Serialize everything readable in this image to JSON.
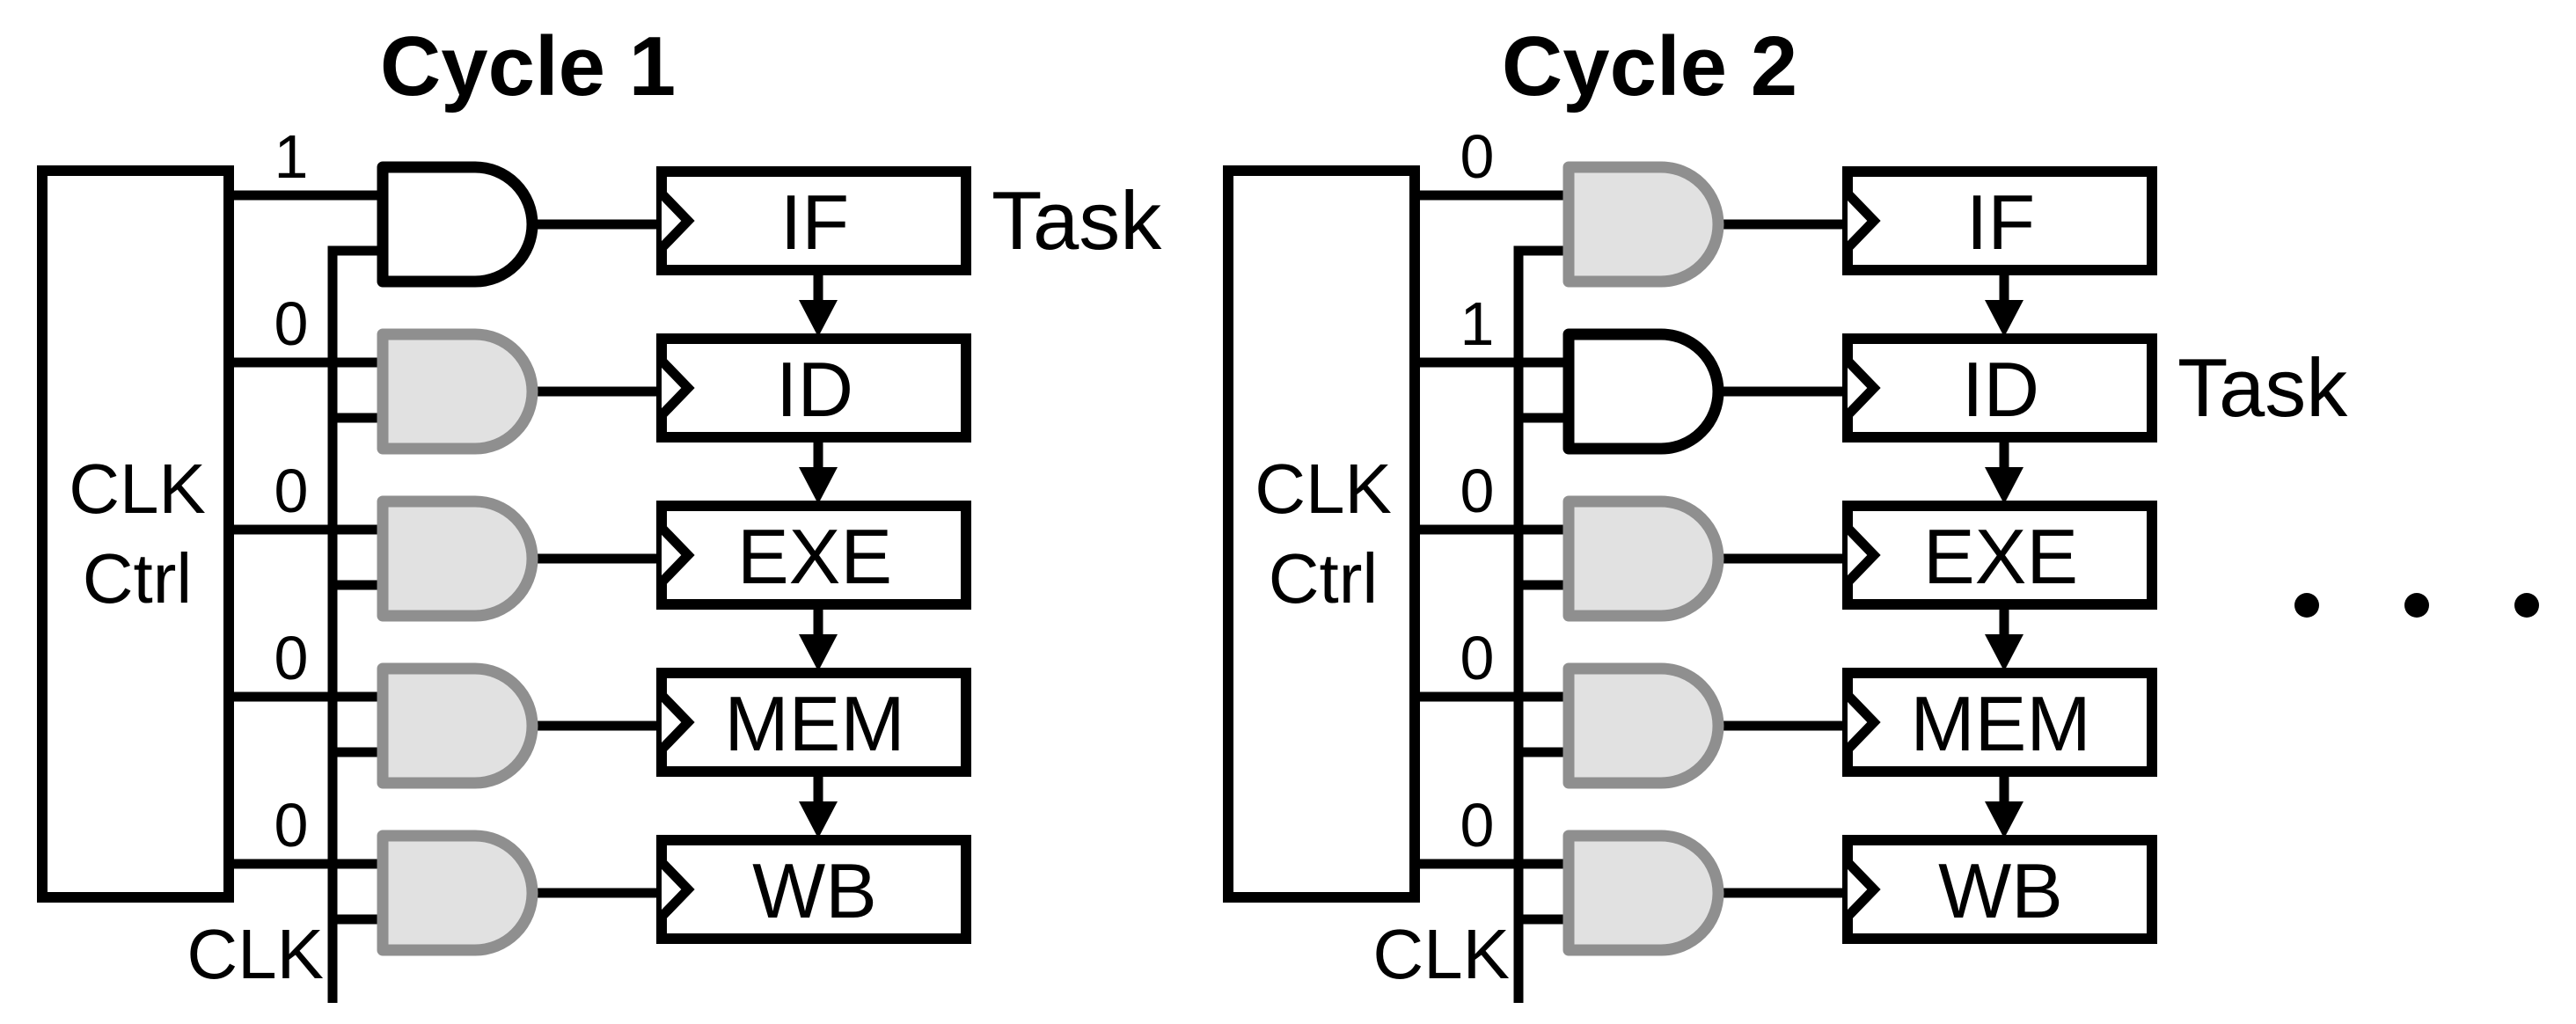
{
  "figure": {
    "description": "Per-stage pipeline clock gating over successive cycles",
    "continuation": {
      "dot_count": 3
    }
  },
  "cycles": [
    {
      "title": "Cycle 1",
      "controller_label": {
        "line1": "CLK",
        "line2": "Ctrl"
      },
      "clock_signal_label": "CLK",
      "task_label": "Task",
      "task_stage": "IF",
      "stages": [
        {
          "name": "IF",
          "enable": "1",
          "clock_active": true
        },
        {
          "name": "ID",
          "enable": "0",
          "clock_active": false
        },
        {
          "name": "EXE",
          "enable": "0",
          "clock_active": false
        },
        {
          "name": "MEM",
          "enable": "0",
          "clock_active": false
        },
        {
          "name": "WB",
          "enable": "0",
          "clock_active": false
        }
      ]
    },
    {
      "title": "Cycle 2",
      "controller_label": {
        "line1": "CLK",
        "line2": "Ctrl"
      },
      "clock_signal_label": "CLK",
      "task_label": "Task",
      "task_stage": "ID",
      "stages": [
        {
          "name": "IF",
          "enable": "0",
          "clock_active": false
        },
        {
          "name": "ID",
          "enable": "1",
          "clock_active": true
        },
        {
          "name": "EXE",
          "enable": "0",
          "clock_active": false
        },
        {
          "name": "MEM",
          "enable": "0",
          "clock_active": false
        },
        {
          "name": "WB",
          "enable": "0",
          "clock_active": false
        }
      ]
    }
  ],
  "colors": {
    "background": "#ffffff",
    "line": "#000000",
    "text": "#000000",
    "gate_active_fill": "#ffffff",
    "gate_active_stroke": "#000000",
    "gate_gated_fill": "#e1e1e1",
    "gate_gated_stroke": "#8f8f8f"
  }
}
